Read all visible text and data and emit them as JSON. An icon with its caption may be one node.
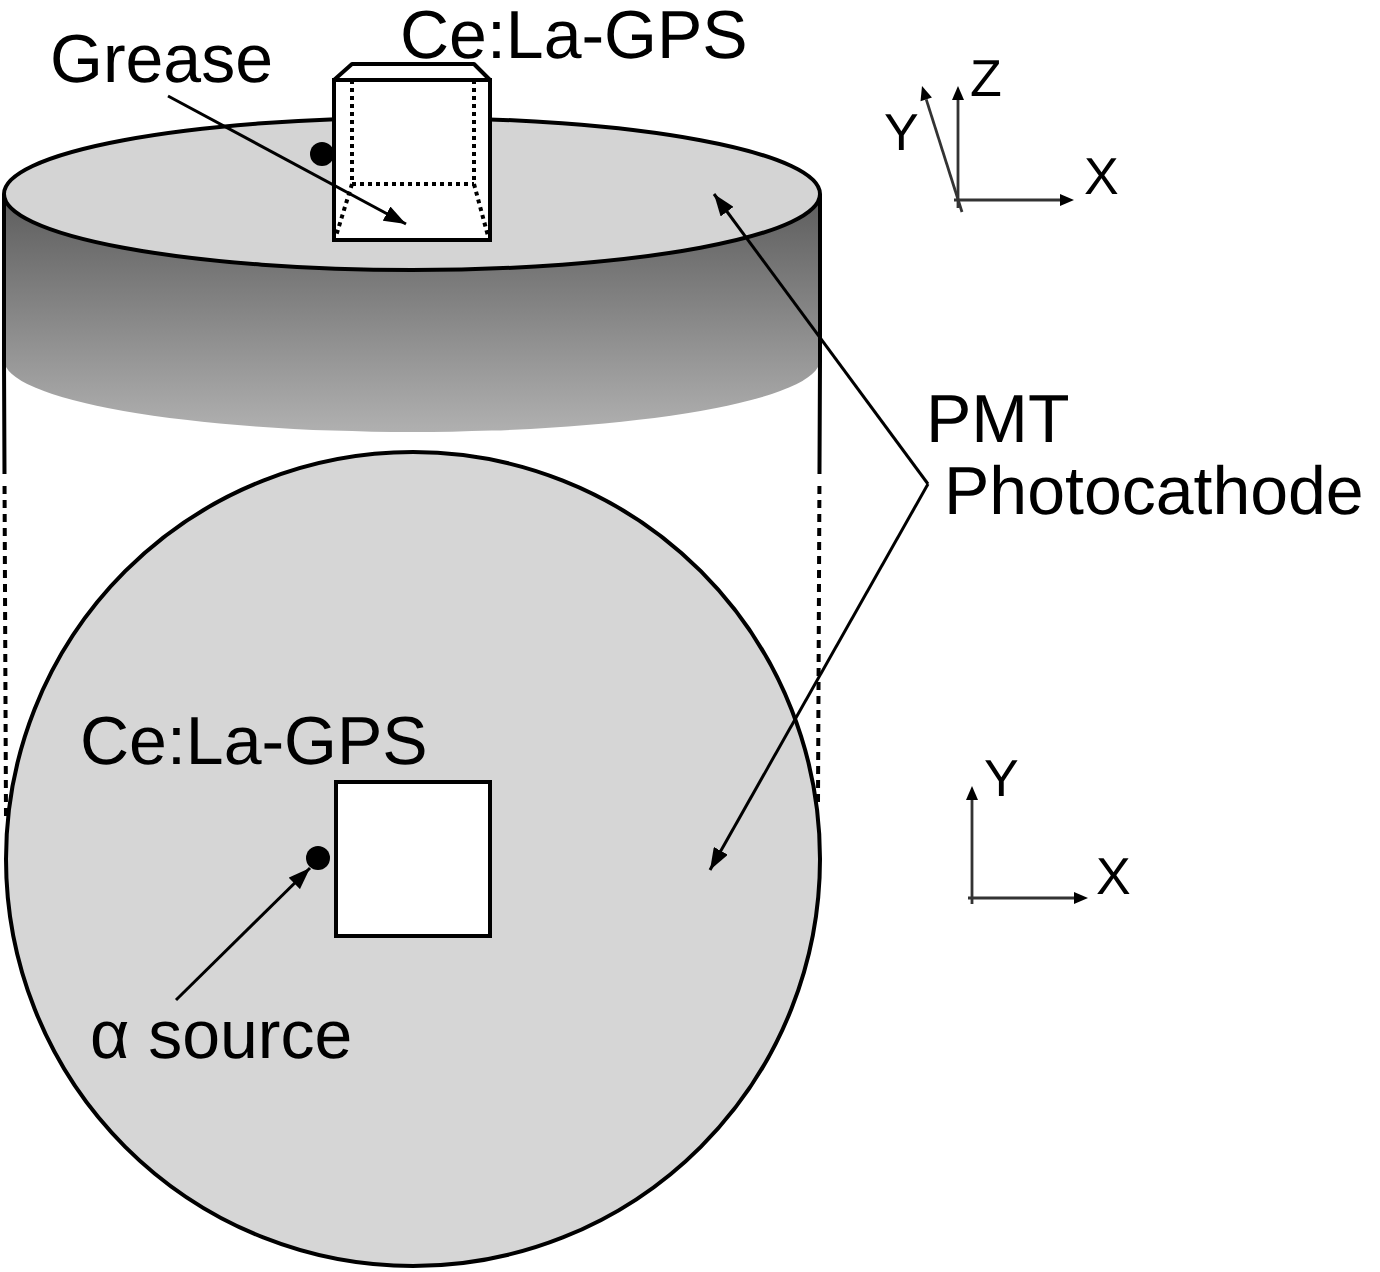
{
  "diagram": {
    "nodes": [
      {
        "text": [
          "Grease"
        ]
      },
      {
        "text": [
          "Ce:La-GPS"
        ]
      },
      {
        "text": [],
        "shape": "cylinder"
      },
      {
        "text": [],
        "shape": "circle"
      },
      {
        "text": [
          "PMT Photocathode"
        ]
      },
      {
        "text": [],
        "shape": "circle"
      },
      {
        "text": [
          "Ce:La-GPS"
        ],
        "in": 5
      },
      {
        "text": [],
        "shape": "circle",
        "in": 5
      },
      {
        "text": [
          "α source"
        ],
        "in": 5
      }
    ],
    "edges": [
      {
        "from": 0,
        "to": 1,
        "arrow": "to"
      },
      {
        "from": 4,
        "to": 2,
        "arrow": "to"
      },
      {
        "from": 4,
        "to": 5,
        "arrow": "to"
      },
      {
        "from": 8,
        "to": 7,
        "arrow": "to"
      },
      {
        "from": 2,
        "to": 5,
        "arrow": "none",
        "style": "dashed"
      },
      {
        "from": 2,
        "to": 5,
        "arrow": "none",
        "style": "dashed"
      }
    ],
    "labels": [
      "Z",
      "Y",
      "X",
      "Y",
      "X"
    ]
  }
}
